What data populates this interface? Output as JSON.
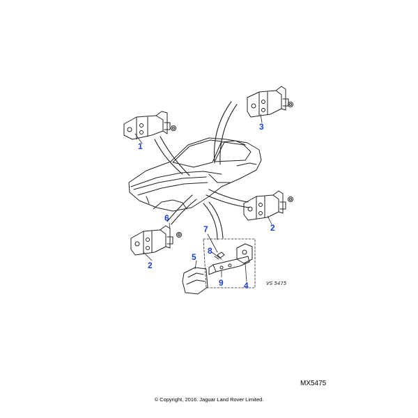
{
  "callouts": [
    {
      "label": "1"
    },
    {
      "label": "2"
    },
    {
      "label": "3"
    },
    {
      "label": "4"
    },
    {
      "label": "5"
    },
    {
      "label": "6"
    },
    {
      "label": "7"
    },
    {
      "label": "8"
    },
    {
      "label": "9"
    },
    {
      "label": "2"
    }
  ],
  "drawing_code": "VS 5475",
  "reference_code": "MX5475",
  "copyright": "© Copyright, 2016. Jaguar Land Rover Limited."
}
